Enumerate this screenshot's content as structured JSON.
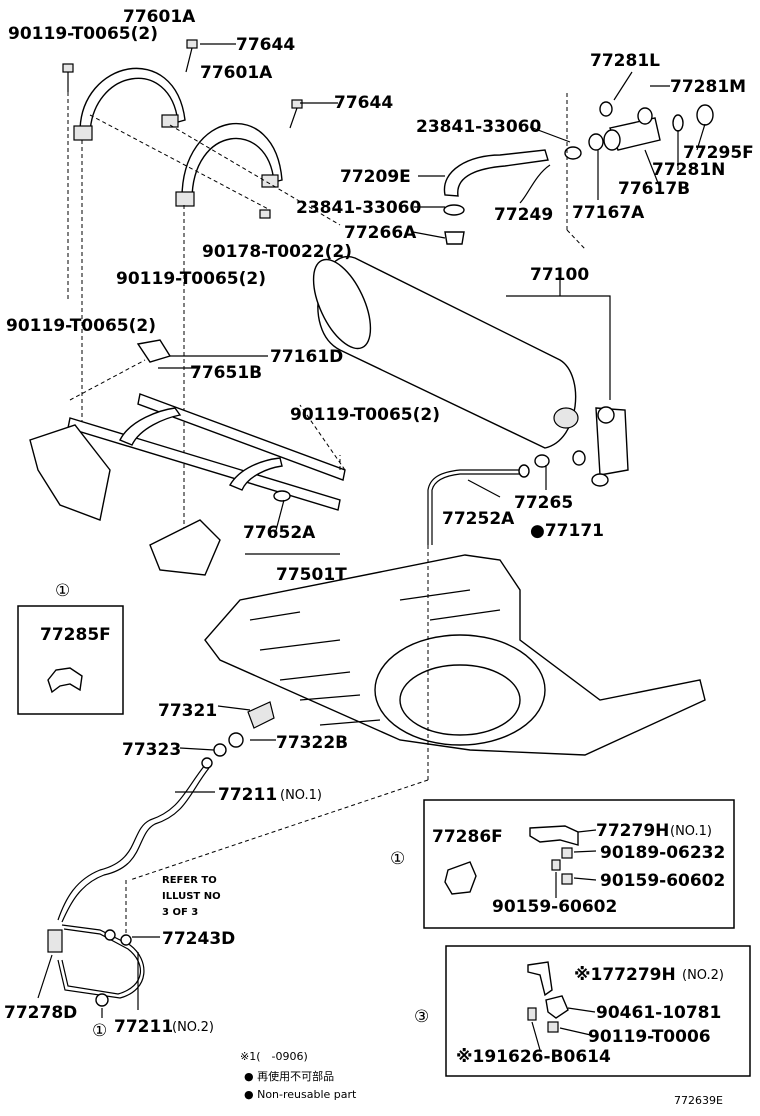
{
  "labels": {
    "p90119_a": "90119-T0065(2)",
    "p77601A_a": "77601A",
    "p77644_a": "77644",
    "p77601A_b": "77601A",
    "p77644_b": "77644",
    "p90178": "90178-T0022(2)",
    "p77281L": "77281L",
    "p77281M": "77281M",
    "p23841_a": "23841-33060",
    "p77295F": "77295F",
    "p77281N": "77281N",
    "p77617B": "77617B",
    "p77209E": "77209E",
    "p23841_b": "23841-33060",
    "p77249": "77249",
    "p77167A": "77167A",
    "p77266A": "77266A",
    "p77100": "77100",
    "p90119_b": "90119-T0065(2)",
    "p90119_c": "90119-T0065(2)",
    "p77651B": "77651B",
    "p77161D": "77161D",
    "p90119_d": "90119-T0065(2)",
    "p77652A": "77652A",
    "p77501T": "77501T",
    "p77252A": "77252A",
    "p77265": "77265",
    "p77171": "●77171",
    "p77285F": "77285F",
    "p77321": "77321",
    "p77323": "77323",
    "p77322B": "77322B",
    "p77211_1": "77211",
    "p77211_1_sub": "(NO.1)",
    "refer_1": "REFER TO",
    "refer_2": "ILLUST NO",
    "refer_3": "3 OF 3",
    "p77243D": "77243D",
    "p77278D": "77278D",
    "p77211_2": "77211",
    "p77211_2_sub": "(NO.2)",
    "p77286F": "77286F",
    "p77279H_1": "77279H",
    "p77279H_1_sub": "(NO.1)",
    "p90189": "90189-06232",
    "p90159_a": "90159-60602",
    "p90159_b": "90159-60602",
    "p77279H_2": "※177279H",
    "p77279H_2_sub": "(NO.2)",
    "p90461": "90461-10781",
    "p90119_e": "90119-T0006",
    "p91626": "※191626-B0614",
    "note_1": "※1(　-0906)",
    "legend_jp": "● 再使用不可部品",
    "legend_en": "● Non-reusable part",
    "illus_id": "772639E"
  },
  "callouts": {
    "c1_left": "①",
    "c1_box": "①",
    "c3_box": "③",
    "c1_bottom": "①"
  }
}
